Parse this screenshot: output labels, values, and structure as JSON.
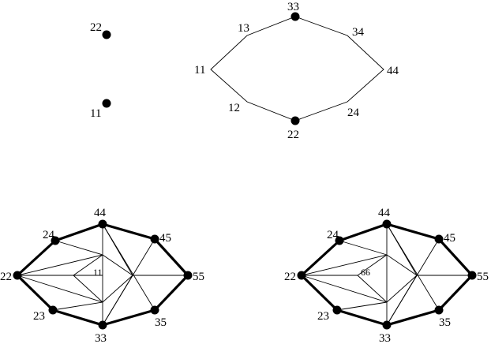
{
  "panels": {
    "top_left": {
      "labels": {
        "p22": "22",
        "p11": "11"
      }
    },
    "top_right": {
      "labels": {
        "p33": "33",
        "p34": "34",
        "p44": "44",
        "p24": "24",
        "p22": "22",
        "p12": "12",
        "p11": "11",
        "p13": "13"
      }
    },
    "bottom_left": {
      "labels": {
        "p44": "44",
        "p45": "45",
        "p55": "55",
        "p35": "35",
        "p33": "33",
        "p23": "23",
        "p22": "22",
        "p24": "24",
        "center": "11"
      }
    },
    "bottom_right": {
      "labels": {
        "p44": "44",
        "p45": "45",
        "p55": "55",
        "p35": "35",
        "p33": "33",
        "p23": "23",
        "p22": "22",
        "p24": "24",
        "center": "66"
      }
    }
  },
  "colors": {
    "ink": "#000000",
    "background": "#ffffff"
  }
}
